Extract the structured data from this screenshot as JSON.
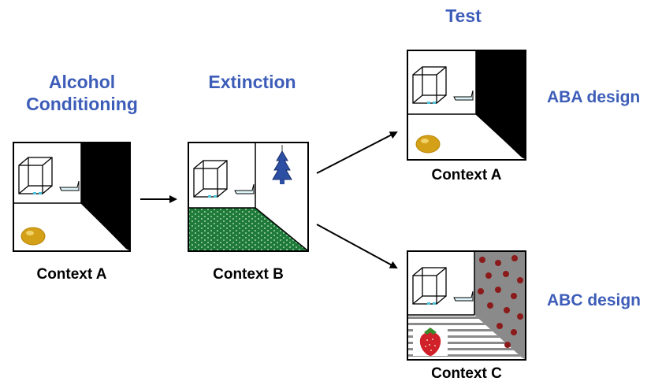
{
  "stages": {
    "conditioning_line1": "Alcohol",
    "conditioning_line2": "Conditioning",
    "extinction": "Extinction",
    "test": "Test"
  },
  "contexts": {
    "conditioning": "Context A",
    "extinction": "Context B",
    "test_aba": "Context A",
    "test_abc": "Context C"
  },
  "designs": {
    "aba": "ABA design",
    "abc": "ABC design"
  },
  "colors": {
    "stage_text": "#3d5db8",
    "floor_green": "#1f7a3a",
    "wall_gray": "#8a8a8a",
    "dot_red": "#8b1a1a",
    "bottle_cyan": "#4cc3d9"
  },
  "icons": [
    "lemon-icon",
    "air-freshener-icon",
    "strawberry-icon",
    "cage-icon",
    "bottle-icon"
  ]
}
